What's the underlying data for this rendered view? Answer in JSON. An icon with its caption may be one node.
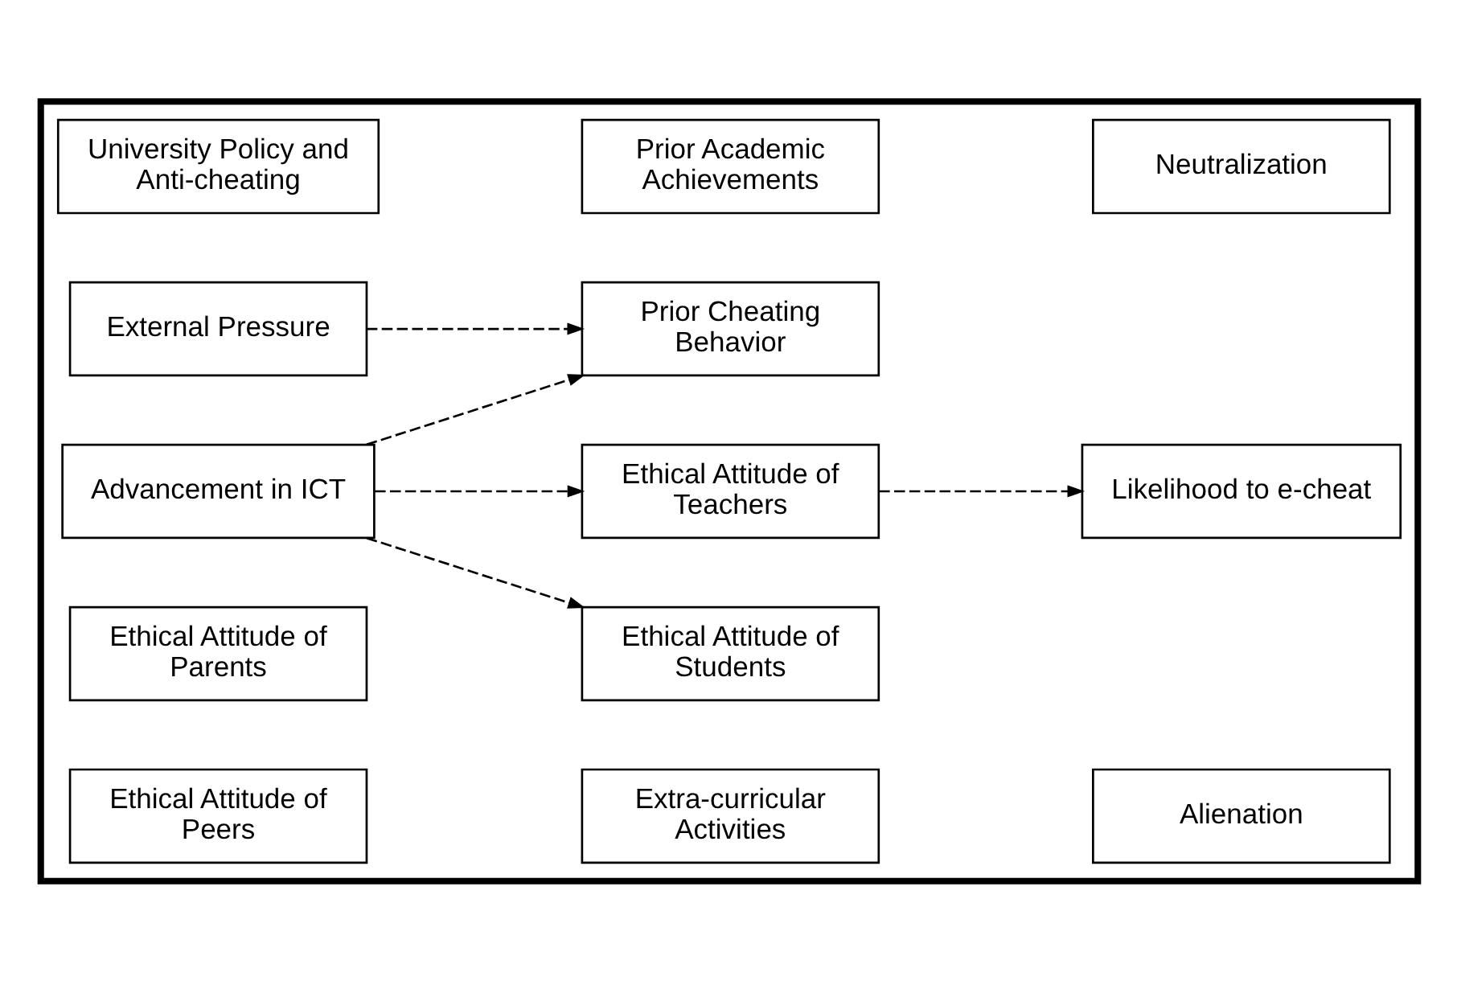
{
  "diagram": {
    "nodes": [
      {
        "text": [],
        "shape": "box"
      },
      {
        "text": [
          "University Policy and Anti-cheating"
        ],
        "in": 0
      },
      {
        "text": [
          "Prior Academic Achievements"
        ],
        "in": 0
      },
      {
        "text": [
          "Neutralization"
        ],
        "in": 0
      },
      {
        "text": [
          "External Pressure"
        ],
        "in": 0
      },
      {
        "text": [
          "Prior Cheating Behavior"
        ],
        "in": 0
      },
      {
        "text": [
          "Advancement in ICT"
        ],
        "in": 0
      },
      {
        "text": [
          "Ethical Attitude of Students"
        ],
        "in": 0
      },
      {
        "text": [
          "Likelihood to e-cheat"
        ],
        "in": 0
      },
      {
        "text": [
          "Ethical Attitude of Parents"
        ],
        "in": 0
      },
      {
        "text": [
          "Ethical Attitude of Teachers"
        ],
        "in": 0
      },
      {
        "text": [
          "Alienation"
        ],
        "in": 0
      },
      {
        "text": [
          "Ethical Attitude of Peers"
        ],
        "in": 0
      },
      {
        "text": [
          "Extra-curricular Activities"
        ],
        "in": 0
      }
    ],
    "edges": [
      {
        "from": 4,
        "to": 5,
        "arrow": "to",
        "style": "dashed"
      },
      {
        "from": 6,
        "to": 5,
        "arrow": "to",
        "style": "dashed"
      },
      {
        "from": 6,
        "to": 7,
        "arrow": "to",
        "style": "dashed"
      },
      {
        "from": 6,
        "to": 10,
        "arrow": "to",
        "style": "dashed"
      },
      {
        "from": 10,
        "to": 8,
        "arrow": "to",
        "style": "dashed"
      }
    ]
  }
}
